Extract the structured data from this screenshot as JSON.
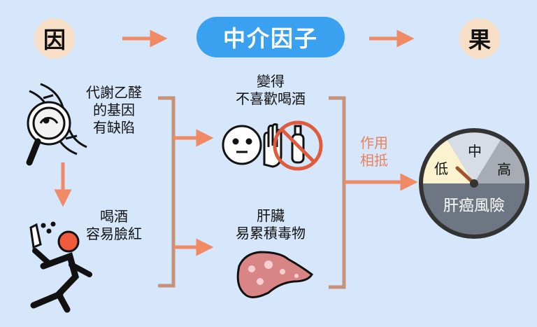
{
  "header": {
    "cause": "因",
    "mediator": "中介因子",
    "effect": "果"
  },
  "left": {
    "gene_text": "代謝乙醛\n的基因\n有缺陷",
    "flush_text": "喝酒\n容易臉紅"
  },
  "middle": {
    "dislike_text": "變得\n不喜歡喝酒",
    "liver_text": "肝臟\n易累積毒物"
  },
  "right": {
    "combine_text": "作用\n相抵",
    "gauge_title": "肝癌風險",
    "gauge_low": "低",
    "gauge_mid": "中",
    "gauge_high": "高"
  },
  "colors": {
    "background": "#d6e6fb",
    "accent": "#f08a64",
    "pill": "#3aa0f0",
    "gauge_body": "#6f7683"
  }
}
